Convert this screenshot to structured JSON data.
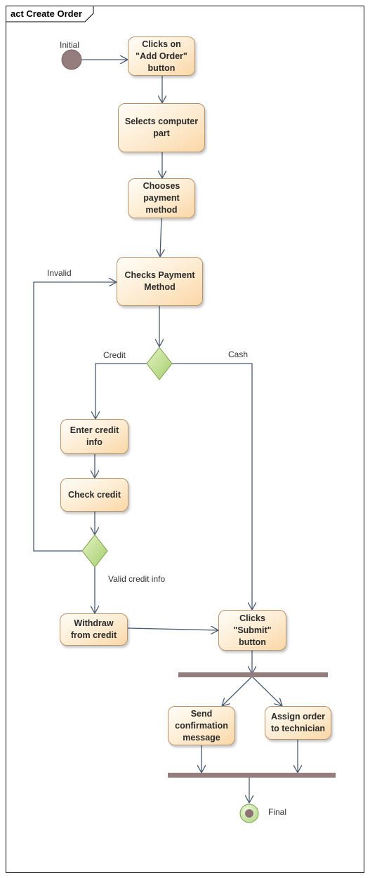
{
  "diagram": {
    "frame_title": "act Create Order",
    "initial_label": "Initial",
    "final_label": "Final",
    "nodes": {
      "add_order": "Clicks on\n\"Add Order\"\nbutton",
      "select_part": "Selects computer\npart",
      "choose_payment": "Chooses\npayment\nmethod",
      "check_payment": "Checks Payment\nMethod",
      "enter_credit": "Enter credit\ninfo",
      "check_credit": "Check credit",
      "withdraw": "Withdraw\nfrom credit",
      "submit": "Clicks\n\"Submit\"\nbutton",
      "send_confirmation": "Send\nconfirmation\nmessage",
      "assign_order": "Assign order\nto technician"
    },
    "guards": {
      "invalid": "Invalid",
      "credit": "Credit",
      "cash": "Cash",
      "valid": "Valid credit info"
    }
  }
}
